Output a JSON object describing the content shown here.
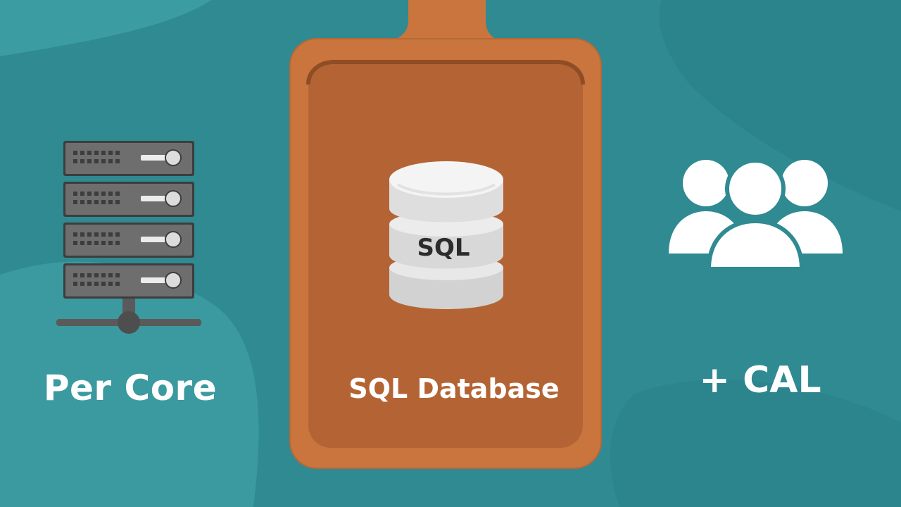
{
  "labels": {
    "left": "Per Core",
    "center": "SQL Database",
    "right": "+ CAL"
  },
  "database_icon": {
    "text": "SQL"
  },
  "icons": {
    "left": "server-rack-icon",
    "center": "database-icon",
    "right": "users-group-icon",
    "board": "cutting-board"
  },
  "colors": {
    "background": "#2f8a92",
    "board": "#c9753d",
    "board_inner": "#b46434",
    "server": "#6e6e6e",
    "text": "#ffffff"
  }
}
